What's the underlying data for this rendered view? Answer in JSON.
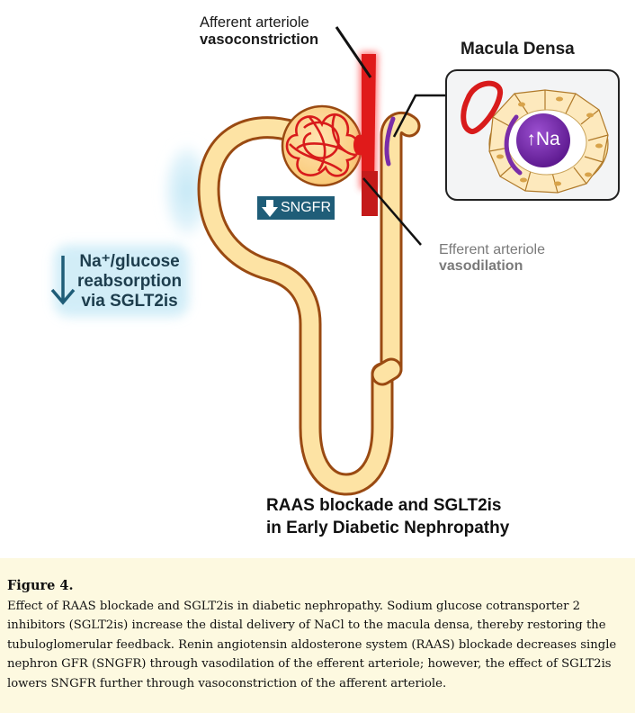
{
  "diagram": {
    "afferent_line1": "Afferent arteriole",
    "afferent_line2": "vasoconstriction",
    "macula_title": "Macula Densa",
    "na_label": "↑Na",
    "sngfr_label": "SNGFR",
    "efferent_line1": "Efferent arteriole",
    "efferent_line2": "vasodilation",
    "sglt_line1": "Na⁺/glucose",
    "sglt_line2": "reabsorption",
    "sglt_line3": "via SGLT2is",
    "raas_line1": "RAAS blockade and SGLT2is",
    "raas_line2": "in Early Diabetic Nephropathy"
  },
  "colors": {
    "tubule_fill": "#fde3a4",
    "tubule_outline": "#9a4a12",
    "vessel_red": "#e01a1a",
    "efferent_red": "#c41a1a",
    "macula_purple": "#7a2da8",
    "sngfr_box": "#1f5d78",
    "sglt_arrow": "#1f5d78",
    "glow_blue": "#bfe6f5",
    "caption_bg": "#fdf9e0"
  },
  "caption": {
    "figure_label": "Figure 4.",
    "text": "Effect of RAAS blockade and SGLT2is in diabetic nephropathy. Sodium glucose cotransporter 2 inhibitors (SGLT2is) increase the distal delivery of NaCl to the macula densa, thereby restoring the tubuloglomerular feedback. Renin angiotensin aldosterone system (RAAS) blockade decreases single nephron GFR (SNGFR) through vasodilation of the efferent arteriole; however, the effect of SGLT2is lowers SNGFR further through vasoconstriction of the afferent arteriole."
  }
}
